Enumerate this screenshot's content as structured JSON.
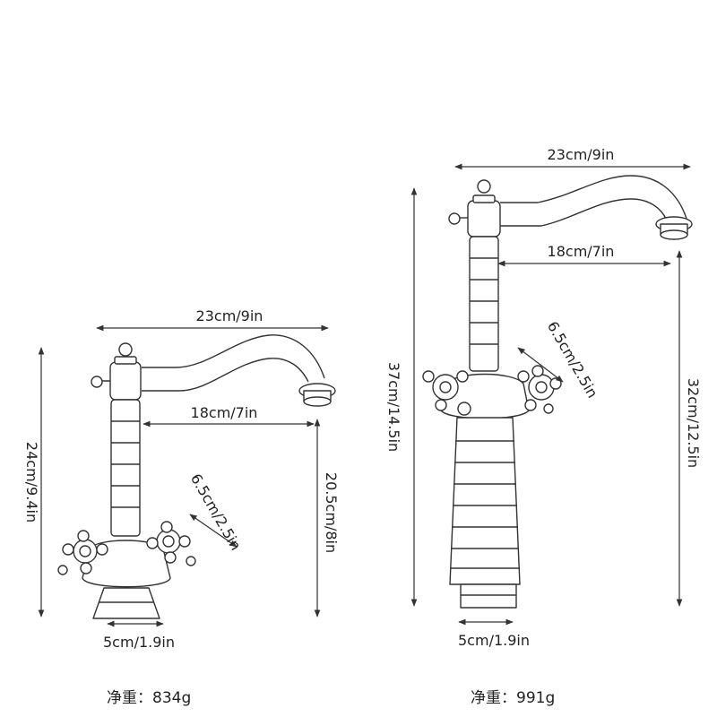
{
  "diagram": {
    "left_faucet": {
      "spout_reach": "23cm/9in",
      "spout_offset": "18cm/7in",
      "total_height": "24cm/9.4in",
      "spout_height": "20.5cm/8in",
      "handle_spacing": "6.5cm/2.5in",
      "base_diameter": "5cm/1.9in",
      "net_weight_label": "净重：",
      "net_weight_value": "834g"
    },
    "right_faucet": {
      "spout_reach": "23cm/9in",
      "spout_offset": "18cm/7in",
      "total_height": "37cm/14.5in",
      "spout_height": "32cm/12.5in",
      "handle_spacing": "6.5cm/2.5in",
      "base_diameter": "5cm/1.9in",
      "net_weight_label": "净重：",
      "net_weight_value": "991g"
    }
  }
}
